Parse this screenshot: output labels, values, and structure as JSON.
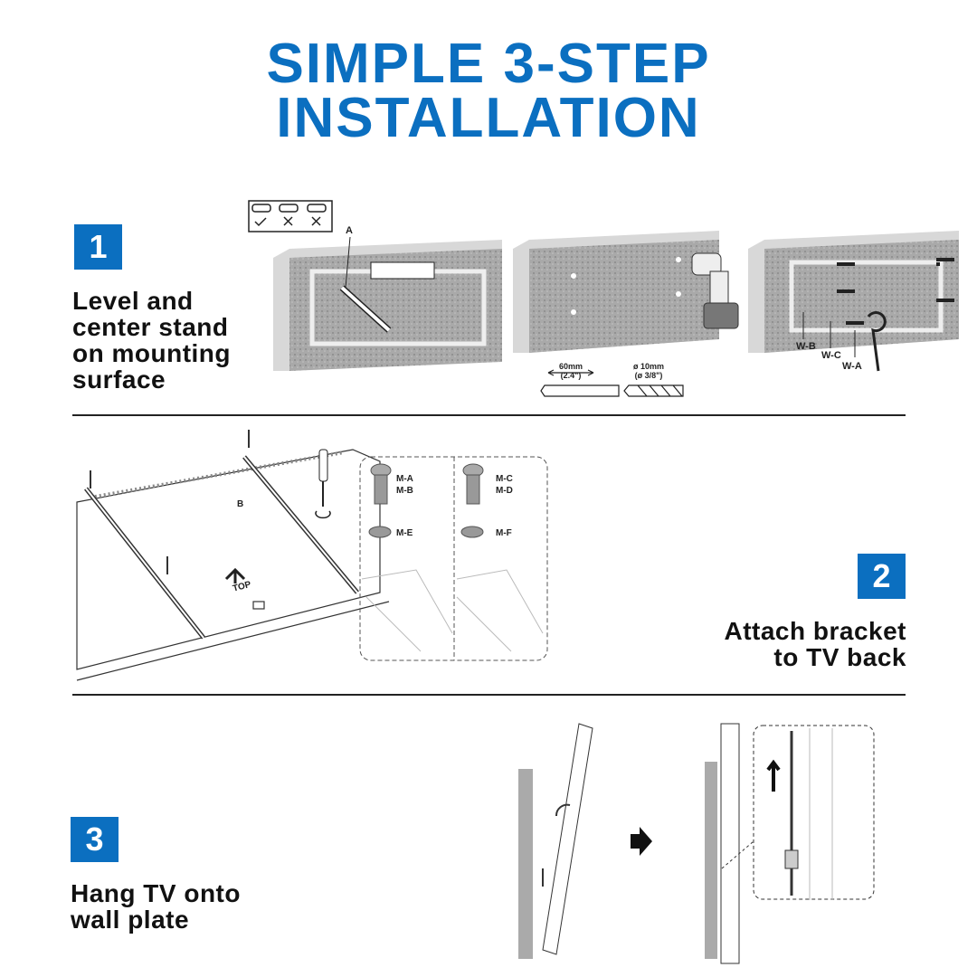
{
  "title": {
    "line1": "SIMPLE 3-STEP",
    "line2": "INSTALLATION"
  },
  "steps": [
    {
      "number": "1",
      "lines": [
        "Level and",
        "center stand",
        "on mounting",
        "surface"
      ]
    },
    {
      "number": "2",
      "lines": [
        "Attach bracket",
        "to TV back"
      ]
    },
    {
      "number": "3",
      "lines": [
        "Hang TV onto",
        "wall plate"
      ]
    }
  ],
  "step1_labels": {
    "part_a": "A",
    "drill_depth": "60mm",
    "drill_depth_in": "(2.4\")",
    "drill_dia": "ø 10mm",
    "drill_dia_in": "(ø 3/8\")",
    "w_b": "W-B",
    "w_c": "W-C",
    "w_a": "W-A"
  },
  "step2_labels": {
    "part_b": "B",
    "top": "TOP",
    "m_a": "M-A",
    "m_b": "M-B",
    "m_e": "M-E",
    "m_c": "M-C",
    "m_d": "M-D",
    "m_f": "M-F"
  },
  "colors": {
    "brand_blue": "#0b6fc0"
  }
}
